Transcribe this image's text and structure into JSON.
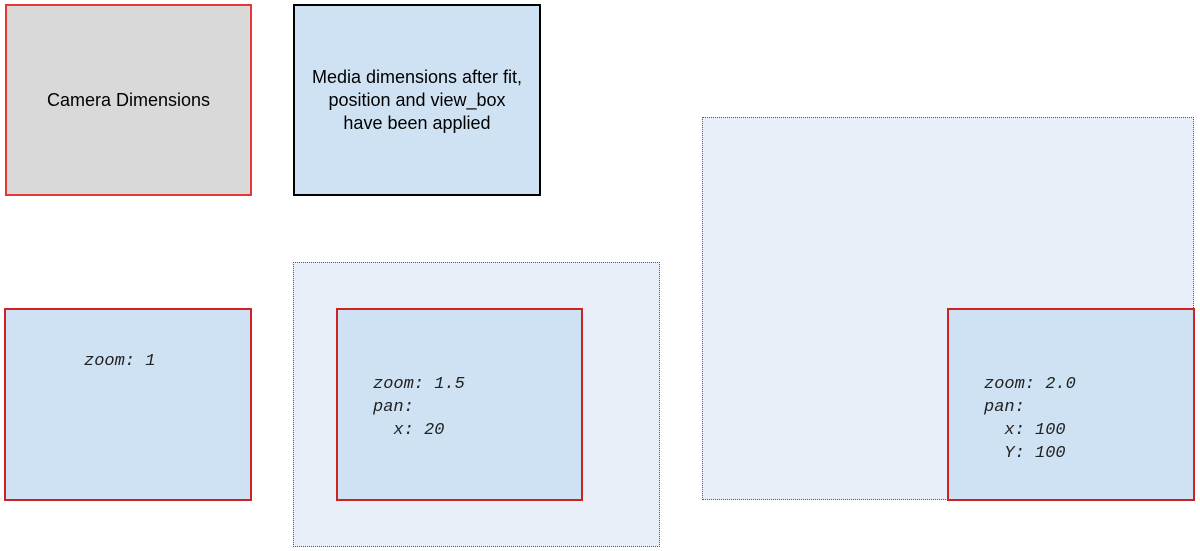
{
  "legend": {
    "camera_label": "Camera Dimensions",
    "media_label_lines": [
      "Media dimensions after fit,",
      "position and view_box",
      "have been applied"
    ]
  },
  "examples": [
    {
      "lines": [
        "zoom: 1"
      ]
    },
    {
      "lines": [
        "zoom: 1.5",
        "pan:",
        "  x: 20"
      ]
    },
    {
      "lines": [
        "zoom: 2.0",
        "pan:",
        "  x: 100",
        "  Y: 100"
      ]
    }
  ],
  "colors": {
    "camera_border": "#cc2222",
    "camera_fill_legend": "#d9d9d9",
    "media_fill": "#cfe2f3",
    "media_fill_extended": "#e8eff8"
  }
}
